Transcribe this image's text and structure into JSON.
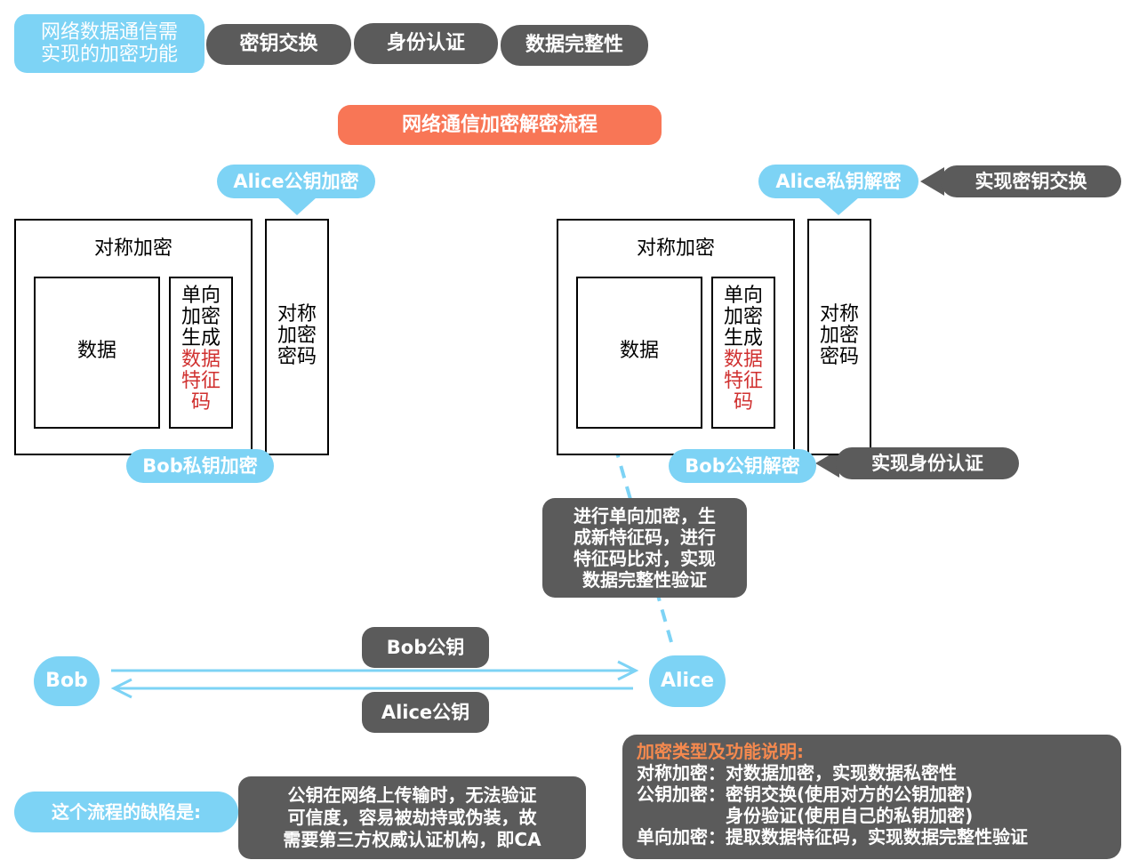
{
  "top": {
    "summary": "网络数据通信需实现的加密功能",
    "summary_line1": "网络数据通信需",
    "summary_line2": "实现的加密功能",
    "features": [
      "密钥交换",
      "身份认证",
      "数据完整性"
    ]
  },
  "title": "网络通信加密解密流程",
  "left": {
    "callout_top": "Alice公钥加密",
    "outer_label": "对称加密",
    "data_label": "数据",
    "hash_lines": [
      "单向",
      "加密",
      "生成"
    ],
    "hash_red_lines": [
      "数据",
      "特征",
      "码"
    ],
    "key_lines": [
      "对称",
      "加密",
      "密码"
    ],
    "callout_bottom": "Bob私钥加密"
  },
  "right": {
    "callout_top": "Alice私钥解密",
    "callout_top_note": "实现密钥交换",
    "outer_label": "对称加密",
    "data_label": "数据",
    "hash_lines": [
      "单向",
      "加密",
      "生成"
    ],
    "hash_red_lines": [
      "数据",
      "特征",
      "码"
    ],
    "key_lines": [
      "对称",
      "加密",
      "密码"
    ],
    "callout_bottom": "Bob公钥解密",
    "callout_bottom_note": "实现身份认证"
  },
  "verify_note": [
    "进行单向加密，生",
    "成新特征码，进行",
    "特征码比对，实现",
    "数据完整性验证"
  ],
  "parties": {
    "bob": "Bob",
    "alice": "Alice",
    "bob_pubkey": "Bob公钥",
    "alice_pubkey": "Alice公钥"
  },
  "legend": {
    "title": "加密类型及功能说明:",
    "lines": [
      "对称加密：对数据加密，实现数据私密性",
      "公钥加密：密钥交换(使用对方的公钥加密)",
      "　　　　　身份验证(使用自己的私钥加密)",
      "单向加密：提取数据特征码，实现数据完整性验证"
    ]
  },
  "defect": {
    "label": "这个流程的缺陷是:",
    "lines": [
      "公钥在网络上传输时，无法验证",
      "可信度，容易被劫持或伪装，故",
      "需要第三方权威认证机构，即CA"
    ]
  },
  "colors": {
    "blue": "#7dd3f5",
    "gray": "#5b5b5b",
    "orange": "#f87656",
    "red": "#d0302f",
    "legend_title": "#f5894e"
  }
}
